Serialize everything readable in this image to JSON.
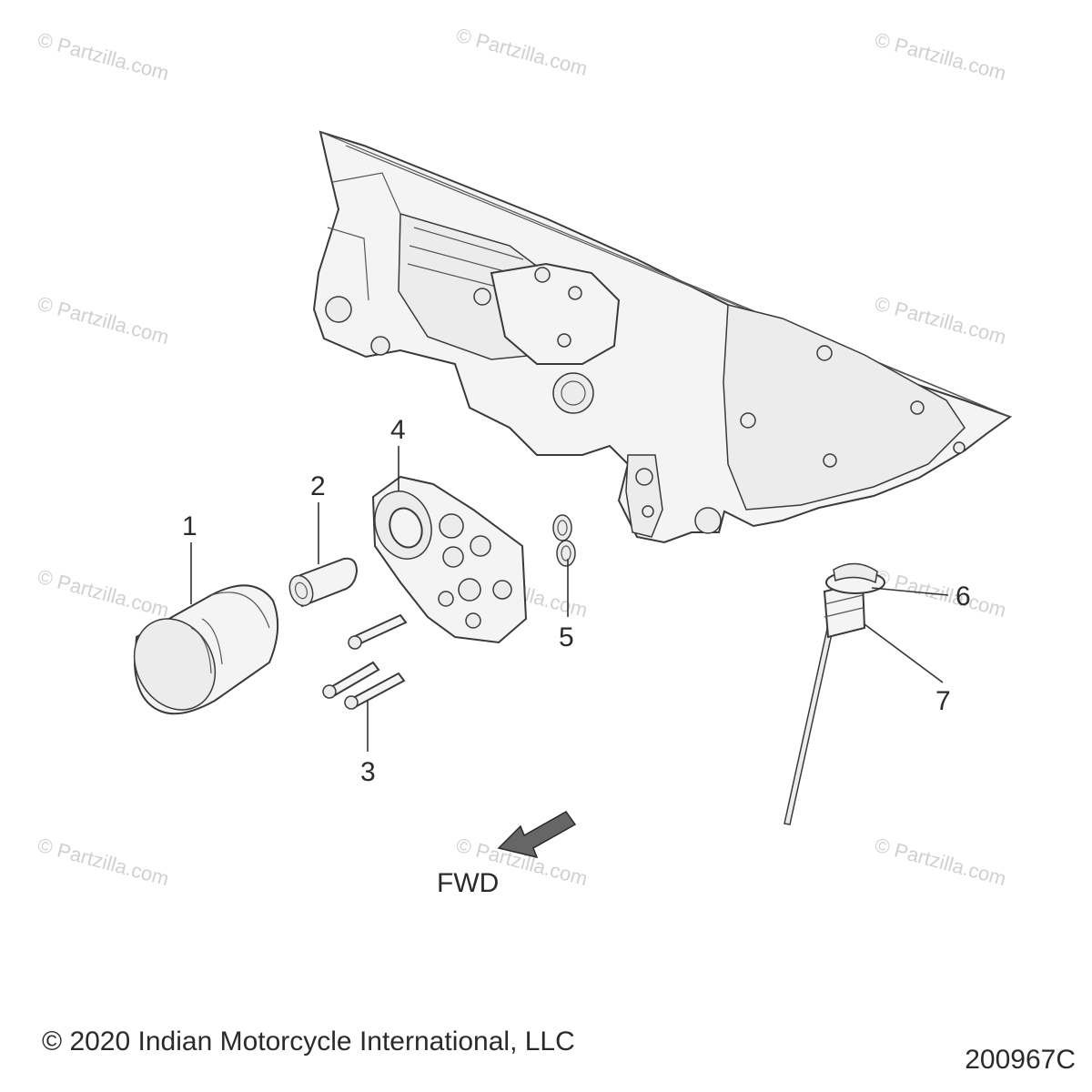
{
  "watermark": "© Partzilla.com",
  "callouts": [
    "1",
    "2",
    "3",
    "4",
    "5",
    "6",
    "7"
  ],
  "direction_label": "FWD",
  "copyright": "© 2020 Indian Motorcycle International, LLC",
  "diagram_number": "200967C"
}
